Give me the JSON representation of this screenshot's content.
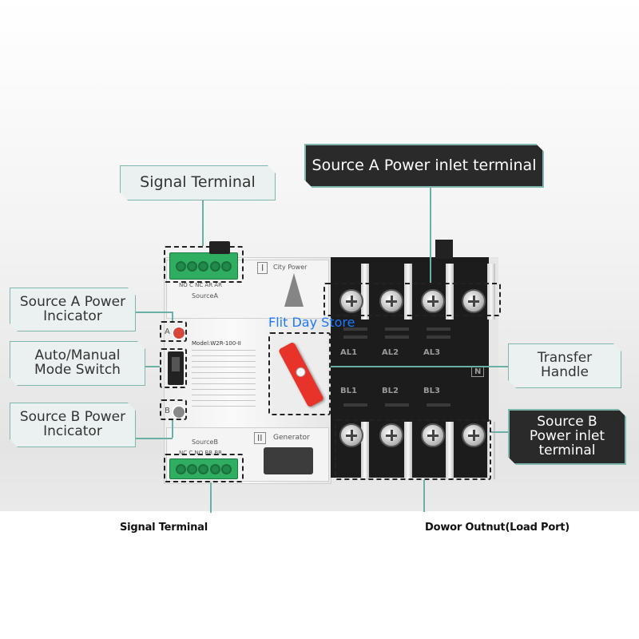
{
  "callouts": {
    "signal_terminal_top": "Signal Terminal",
    "source_a_inlet": "Source A Power inlet terminal",
    "source_a_indicator": "Source A Power\nIncicator",
    "mode_switch": "Auto/Manual\nMode Switch",
    "transfer_handle": "Transfer\nHandle",
    "source_b_indicator": "Source B Power\nIncicator",
    "source_b_inlet": "Source B\nPower inlet\nterminal"
  },
  "bottom_labels": {
    "signal_terminal": "Signal Terminal",
    "load_port": "Dowor Outnut(Load Port)"
  },
  "watermark": "Flit Day Store",
  "device": {
    "brand": "City Power",
    "model": "Model:W2R-100-II",
    "source_a_label": "SourceA",
    "source_b_label": "SourceB",
    "generator_label": "Generator",
    "roman_1": "I",
    "roman_2": "II",
    "led_a": "A",
    "led_b": "B",
    "neutral": "N",
    "phases_top": [
      "AL1",
      "AL2",
      "AL3"
    ],
    "phases_bottom": [
      "BL1",
      "BL2",
      "BL3"
    ],
    "terminal_pins": "NO C NC AR AR",
    "terminal_pins_b": "NC C NO BR BR"
  },
  "colors": {
    "accent": "#7fb7ae",
    "handle": "#e8332a",
    "terminal_green": "#2fae62",
    "watermark": "#1e78ff"
  }
}
